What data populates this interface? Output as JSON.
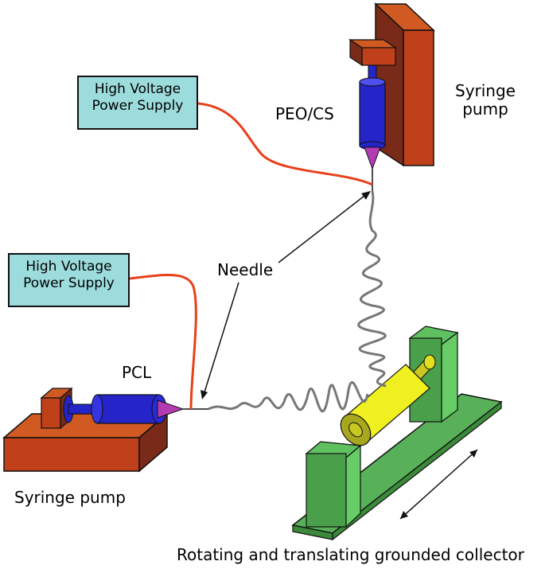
{
  "labels": {
    "hv_top_line1": "High Voltage",
    "hv_top_line2": "Power Supply",
    "hv_left_line1": "High Voltage",
    "hv_left_line2": "Power Supply",
    "peo_cs": "PEO/CS",
    "syringe_pump_right_line1": "Syringe",
    "syringe_pump_right_line2": "pump",
    "needle": "Needle",
    "pcl": "PCL",
    "syringe_pump_left": "Syringe pump",
    "collector": "Rotating and translating grounded collector"
  },
  "colors": {
    "hv_box_fill": "#9ddcdc",
    "wire": "#e8401a",
    "syringe_body": "#2424c8",
    "needle_tip": "#b33cb3",
    "pump_front": "#c0401a",
    "pump_side": "#7a2a18",
    "collector_green": "#4aa04a",
    "collector_yellow": "#f0f020",
    "fiber": "#777777"
  }
}
